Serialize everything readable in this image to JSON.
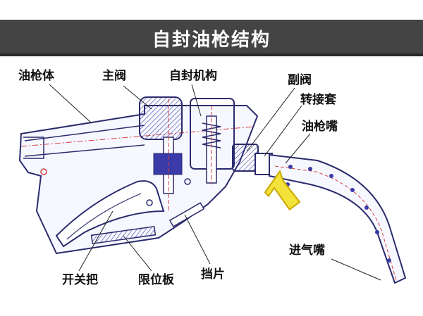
{
  "title": "自封油枪结构",
  "labels": {
    "nozzle_body": "油枪体",
    "main_valve": "主阀",
    "self_seal_mechanism": "自封机构",
    "secondary_valve": "副阀",
    "adapter_sleeve": "转接套",
    "spout": "油枪嘴",
    "air_inlet_tube": "进气嘴",
    "lever": "开关把",
    "limit_plate": "限位板",
    "stop_piece": "挡片"
  },
  "colors": {
    "title_bg": "#444444",
    "outline": "#2b2b6e",
    "component_fill": "#3a3aa8",
    "centerline": "#d04040",
    "arrow": "#f2e23a",
    "arrow_edge": "#c8a800"
  }
}
